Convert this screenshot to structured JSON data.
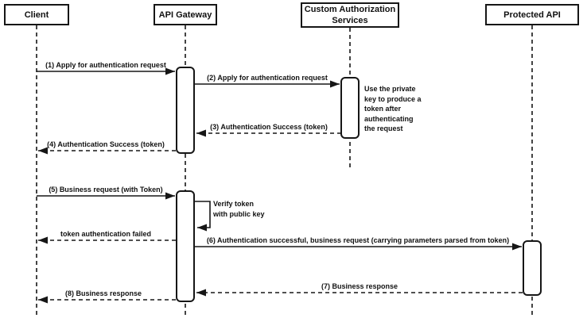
{
  "diagram_type": "uml-sequence-diagram",
  "colors": {
    "line": "#161616",
    "text": "#111111",
    "shape_fill": "#ffffff",
    "background": "#ffffff"
  },
  "actors": {
    "client": "Client",
    "gateway": "API Gateway",
    "auth_service": "Custom Authorization\nServices",
    "protected_api": "Protected API"
  },
  "messages": {
    "m1": "(1) Apply for authentication request",
    "m2": "(2) Apply for authentication request",
    "m3": "(3) Authentication Success (token)",
    "m4": "(4) Authentication Success (token)",
    "m5": "(5) Business request (with Token)",
    "self_verify": "Verify token\nwith public key",
    "token_failed": "token authentication failed",
    "m6": "(6) Authentication successful, business request (carrying parameters parsed from token)",
    "m7": "(7) Business response",
    "m8": "(8) Business response"
  },
  "notes": {
    "auth_note": "Use the private\nkey to produce a\ntoken after\nauthenticating\nthe request"
  }
}
